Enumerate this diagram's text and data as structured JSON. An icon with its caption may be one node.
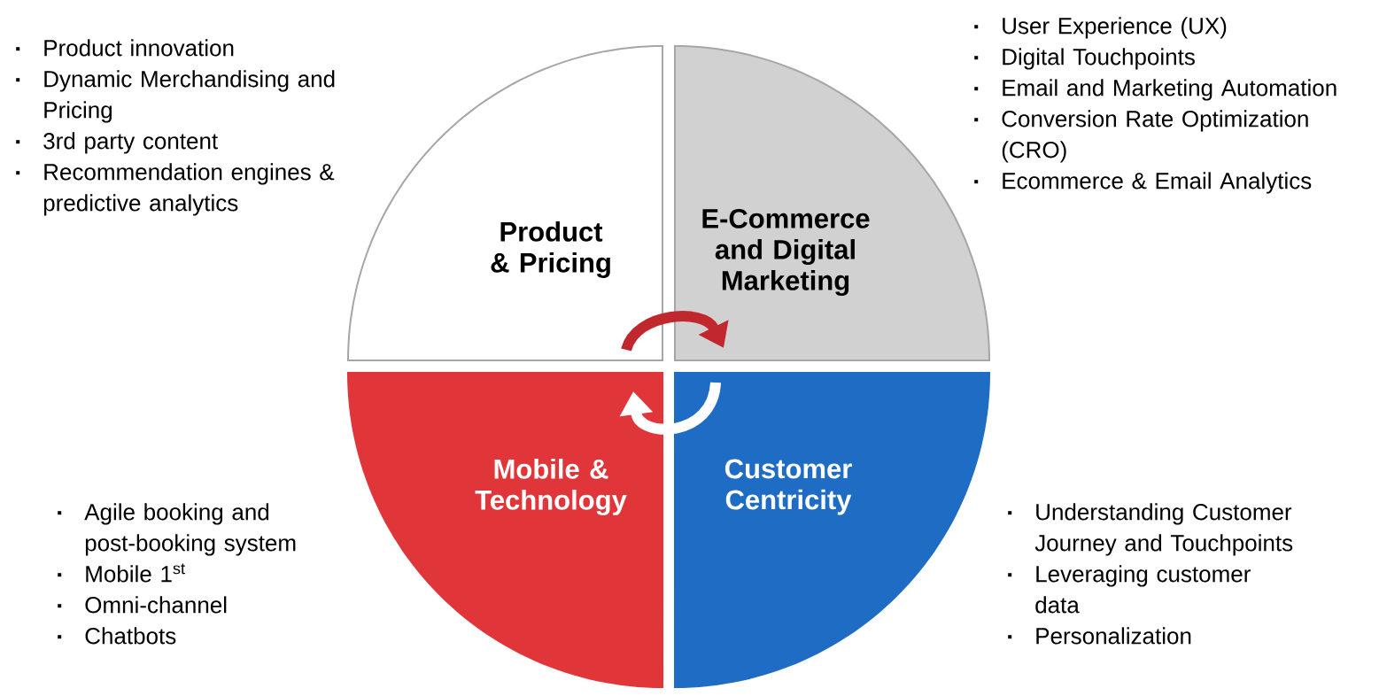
{
  "diagram": {
    "nodes": [
      {
        "text": [
          "Product & Pricing"
        ],
        "beside": [
          "Product innovation",
          "Dynamic Merchandising and Pricing",
          "3rd party content",
          "Recommendation engines & predictive analytics"
        ]
      },
      {
        "text": [
          "E-Commerce and Digital Marketing"
        ],
        "beside": [
          "User Experience (UX)",
          "Digital Touchpoints",
          "Email and Marketing Automation",
          "Conversion Rate Optimization (CRO)",
          "Ecommerce & Email Analytics"
        ]
      },
      {
        "text": [
          "Mobile & Technology"
        ],
        "beside": [
          "Agile booking and post-booking system",
          "Mobile 1$^{st}$",
          "Omni-channel",
          "Chatbots"
        ]
      },
      {
        "text": [
          "Customer Centricity"
        ],
        "beside": [
          "Understanding Customer Journey and Touchpoints",
          "Leveraging customer data",
          "Personalization"
        ]
      }
    ],
    "edges": [
      {
        "from": 0,
        "to": 1,
        "arrow": "to",
        "color": "#c0282d"
      },
      {
        "from": 3,
        "to": 2,
        "arrow": "to",
        "color": "#ffffff"
      }
    ]
  }
}
